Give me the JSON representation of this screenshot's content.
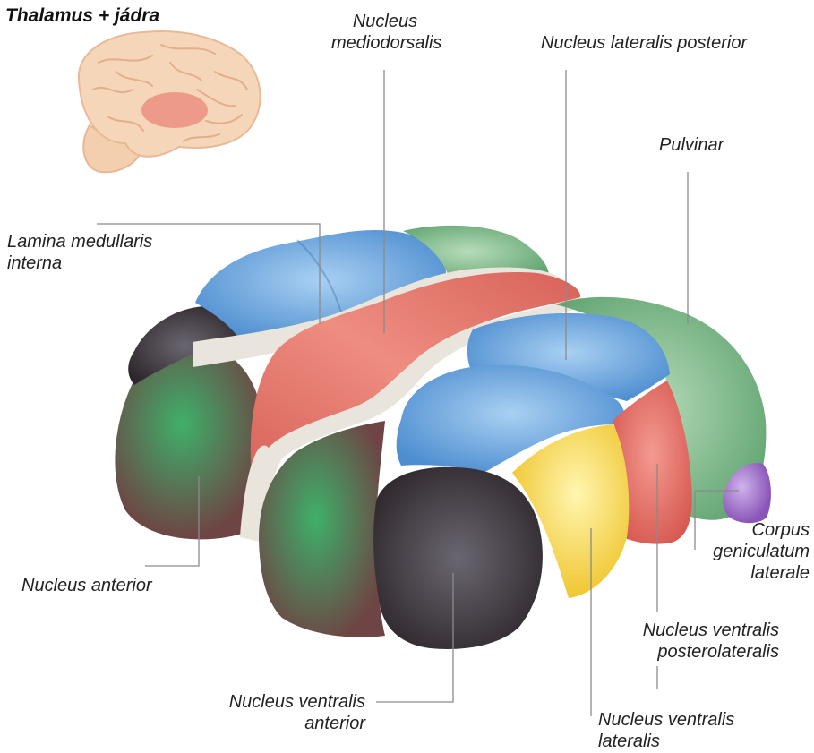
{
  "title": "Thalamus + jádra",
  "labels": {
    "mediodorsalis": [
      "Nucleus",
      "mediodorsalis"
    ],
    "lateralis_posterior": [
      "Nucleus lateralis posterior"
    ],
    "pulvinar": [
      "Pulvinar"
    ],
    "lamina": [
      "Lamina medullaris",
      "interna"
    ],
    "anterior": [
      "Nucleus anterior"
    ],
    "corpus": [
      "Corpus",
      "geniculatum",
      "laterale"
    ],
    "vpl": [
      "Nucleus ventralis",
      "posterolateralis"
    ],
    "va": [
      "Nucleus ventralis",
      "anterior"
    ],
    "vl": [
      "Nucleus ventralis",
      "lateralis"
    ]
  },
  "colors": {
    "blue": "#6fa8dc",
    "green": "#7ab98a",
    "red": "#e0736a",
    "dark": "#3a3136",
    "brown": "#6e4444",
    "yellow": "#f5d84a",
    "purple": "#9b6bc4",
    "separator": "#e9e5dc",
    "brain": "#f6d6b8",
    "brain_highlight": "#ee9a88",
    "leader": "#8a8a8a"
  }
}
